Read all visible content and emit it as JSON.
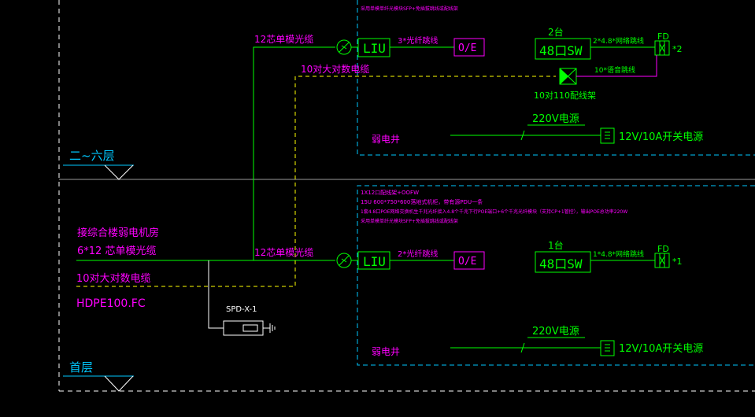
{
  "colors": {
    "background": "#000000",
    "green": "#00ff00",
    "magenta": "#ff00ff",
    "yellow": "#ffff00",
    "cyan": "#00c8ff",
    "white": "#ffffff",
    "grey": "#9a9a9a"
  },
  "levels": {
    "upper": "二~六层",
    "ground": "首层"
  },
  "trunk": {
    "source_label": "接综合楼弱电机房",
    "fiber_label": "6*12 芯单模光缆",
    "copper_label": "10对大对数电缆",
    "conduit_label": "HDPE100.FC",
    "spd_label": "SPD-X-1"
  },
  "upper_panel": {
    "notes_top": [
      "采用单模单纤光模块SFP+免插拔跳线或配线架"
    ],
    "fiber_label": "12芯单模光缆",
    "copper_label": "10对大对数电缆",
    "liu": "LIU",
    "oe": "O/E",
    "jumper_label": "3*光纤跳线",
    "sw_count": "2台",
    "sw": "48口SW",
    "net_jumper": "2*4.8*网络跳线",
    "fd": "FD",
    "fd_count": "*2",
    "patch_label": "10*语音跳线",
    "patch_frame": "10对110配线架",
    "power_label": "220V电源",
    "psu_label": "12V/10A开关电源",
    "shaft_label": "弱电井"
  },
  "lower_panel": {
    "notes": [
      "1X12口配线架+OOFW",
      "15U 600*750*600落地式机柜，带有源PDU一条",
      "1套4.8口POE网络交换机生千兆光纤接入4.8个千兆下行POE端口+6个千兆光纤模块（支持CP+1管控），输出POE总功率220W",
      "采用单模单纤光模块SFP+免插拔跳线或配线架"
    ],
    "fiber_label": "12芯单模光缆",
    "liu": "LIU",
    "oe": "O/E",
    "jumper_label": "2*光纤跳线",
    "sw_count": "1台",
    "sw": "48口SW",
    "net_jumper": "1*4.8*网络跳线",
    "fd": "FD",
    "fd_count": "*1",
    "power_label": "220V电源",
    "psu_label": "12V/10A开关电源",
    "shaft_label": "弱电井"
  }
}
